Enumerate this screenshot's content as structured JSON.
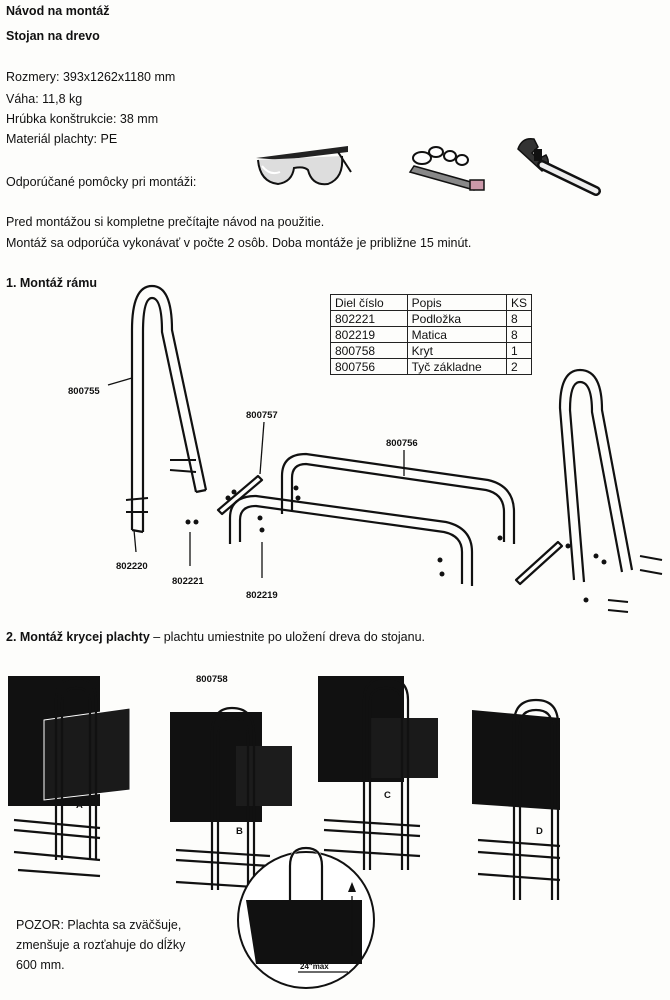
{
  "header": {
    "title": "Návod na montáž",
    "subtitle": "Stojan na drevo"
  },
  "specs": [
    "Rozmery: 393x1262x1180 mm",
    "Váha: 11,8 kg",
    "Hrúbka konštrukcie: 38 mm",
    "Materiál plachty: PE"
  ],
  "tools_label": "Odporúčané pomôcky pri montáži:",
  "tools_icons": [
    "safety-glasses-icon",
    "socket-wrench-set-icon",
    "adjustable-wrench-icon"
  ],
  "intro": [
    "Pred montážou si kompletne prečítajte návod na použitie.",
    "Montáž sa odporúča vykonávať v počte 2 osôb. Doba montáže je približne 15 minút."
  ],
  "section1": {
    "title": "1. Montáž rámu",
    "table": {
      "headers": [
        "Diel číslo",
        "Popis",
        "KS"
      ],
      "rows": [
        [
          "802221",
          "Podložka",
          "8"
        ],
        [
          "802219",
          "Matica",
          "8"
        ],
        [
          "800758",
          "Kryt",
          "1"
        ],
        [
          "800756",
          "Tyč základne",
          "2"
        ]
      ]
    },
    "labels": {
      "frame": "800755",
      "cover_bar": "800757",
      "base_bar": "800756",
      "bolt": "802220",
      "washer": "802221",
      "nut": "802219"
    }
  },
  "section2": {
    "title": "2. Montáž krycej plachty",
    "title_rest": " – plachtu umiestnite po uložení dreva do stojanu.",
    "cover_label": "800758",
    "step_labels": [
      "A",
      "B",
      "C",
      "D"
    ],
    "detail_label": "24\"max",
    "warning": [
      "POZOR: Plachta sa zväčšuje,",
      "zmenšuje a rozťahuje do dĺžky",
      "600 mm."
    ]
  }
}
